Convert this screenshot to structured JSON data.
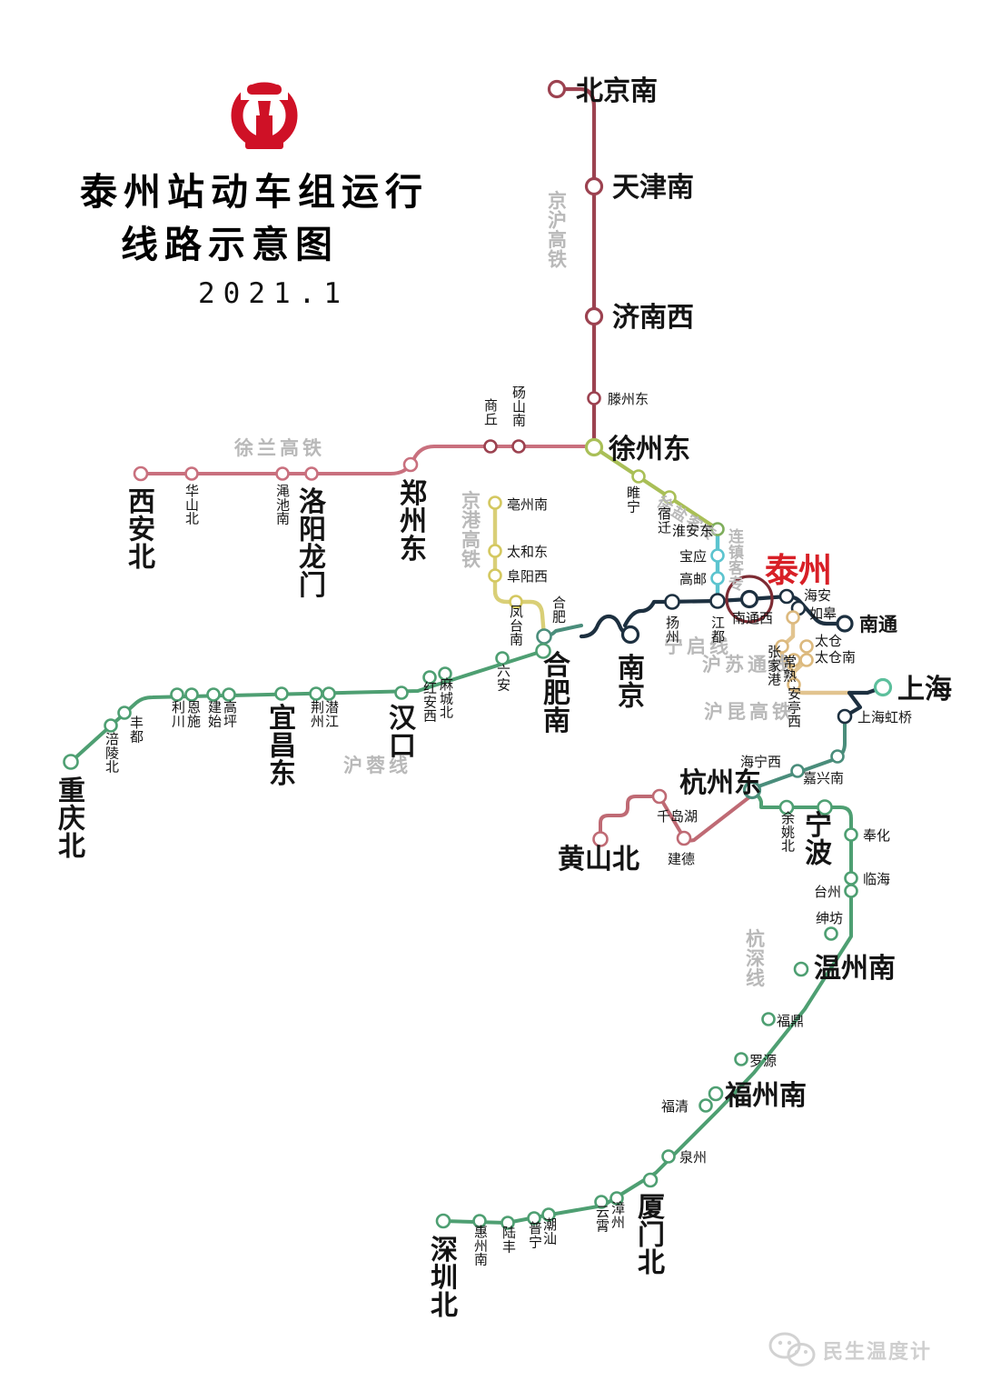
{
  "page": {
    "title_line1": "泰州站动车组运行",
    "title_line2": "线路示意图",
    "year": "2021.1",
    "logo_name": "china-railway-logo",
    "watermark": "民生温度计",
    "background": "#ffffff"
  },
  "colors": {
    "jinghu": "#9c4250",
    "xulan": "#c9707e",
    "jinggang": "#d9cf77",
    "xuyan": "#a9bf57",
    "lianzhen": "#5cc4cf",
    "ningqi": "#1d3040",
    "husutong": "#e2c48f",
    "hurong": "#4e9f72",
    "hangshen": "#4e9f72",
    "hukun": "#4a8d7b",
    "huangshan": "#bf6a74",
    "taizhou_red": "#d81f26",
    "taizhou_ring": "#7d2b33",
    "label": "#141414",
    "linename": "#b9b9b9",
    "watermark": "#cfcfcf"
  },
  "lines": [
    {
      "id": "jinghu",
      "name": "京沪高铁",
      "color": "#9c4250",
      "label_pos": "vertical"
    },
    {
      "id": "xulan",
      "name": "徐兰高铁",
      "color": "#c9707e",
      "label_pos": "horizontal"
    },
    {
      "id": "jinggang",
      "name": "京港高铁",
      "color": "#d9cf77",
      "label_pos": "vertical"
    },
    {
      "id": "xuyan",
      "name": "徐盐客专",
      "color": "#a9bf57",
      "label_pos": "diagonal"
    },
    {
      "id": "lianzhen",
      "name": "连镇客专",
      "color": "#5cc4cf",
      "label_pos": "vertical"
    },
    {
      "id": "ningqi",
      "name": "宁启线",
      "color": "#1d3040",
      "label_pos": "horizontal"
    },
    {
      "id": "husutong",
      "name": "沪苏通线",
      "color": "#e2c48f",
      "label_pos": "horizontal"
    },
    {
      "id": "hurong",
      "name": "沪蓉线",
      "color": "#4e9f72",
      "label_pos": "horizontal"
    },
    {
      "id": "hukun",
      "name": "沪昆高铁",
      "color": "#4a8d7b",
      "label_pos": "horizontal"
    },
    {
      "id": "hangshen",
      "name": "杭深线",
      "color": "#4e9f72",
      "label_pos": "vertical"
    }
  ],
  "stations": {
    "jinghu": [
      {
        "name": "北京南",
        "size": "major"
      },
      {
        "name": "天津南",
        "size": "major"
      },
      {
        "name": "济南西",
        "size": "major"
      },
      {
        "name": "滕州东",
        "size": "minor"
      },
      {
        "name": "徐州东",
        "size": "major"
      }
    ],
    "xulan": [
      {
        "name": "西安北",
        "size": "major"
      },
      {
        "name": "华山北",
        "size": "minor"
      },
      {
        "name": "渑池南",
        "size": "minor"
      },
      {
        "name": "洛阳龙门",
        "size": "major"
      },
      {
        "name": "郑州东",
        "size": "major"
      },
      {
        "name": "商丘",
        "size": "minor"
      },
      {
        "name": "砀山南",
        "size": "minor"
      }
    ],
    "jinggang": [
      {
        "name": "亳州南",
        "size": "minor"
      },
      {
        "name": "太和东",
        "size": "minor"
      },
      {
        "name": "阜阳西",
        "size": "minor"
      },
      {
        "name": "凤台南",
        "size": "minor"
      }
    ],
    "xuyan": [
      {
        "name": "睢宁",
        "size": "minor"
      },
      {
        "name": "宿迁",
        "size": "minor"
      },
      {
        "name": "淮安东",
        "size": "minor"
      }
    ],
    "lianzhen": [
      {
        "name": "宝应",
        "size": "minor"
      },
      {
        "name": "高邮",
        "size": "minor"
      }
    ],
    "ningqi": [
      {
        "name": "南京",
        "size": "major"
      },
      {
        "name": "扬州",
        "size": "minor"
      },
      {
        "name": "江都",
        "size": "minor"
      },
      {
        "name": "泰州",
        "size": "taizhou"
      },
      {
        "name": "海安",
        "size": "minor"
      },
      {
        "name": "如皋",
        "size": "minor"
      },
      {
        "name": "南通",
        "size": "mid"
      }
    ],
    "husutong": [
      {
        "name": "南通西",
        "size": "minor"
      },
      {
        "name": "张家港",
        "size": "minor"
      },
      {
        "name": "常熟",
        "size": "minor"
      },
      {
        "name": "太仓",
        "size": "minor"
      },
      {
        "name": "太仓南",
        "size": "minor"
      },
      {
        "name": "安亭西",
        "size": "minor"
      },
      {
        "name": "上海",
        "size": "major"
      },
      {
        "name": "上海虹桥",
        "size": "minor"
      }
    ],
    "hurong": [
      {
        "name": "重庆北",
        "size": "major"
      },
      {
        "name": "涪陵北",
        "size": "minor"
      },
      {
        "name": "丰都",
        "size": "minor"
      },
      {
        "name": "利川",
        "size": "minor"
      },
      {
        "name": "恩施",
        "size": "minor"
      },
      {
        "name": "建始",
        "size": "minor"
      },
      {
        "name": "高坪",
        "size": "minor"
      },
      {
        "name": "宜昌东",
        "size": "major"
      },
      {
        "name": "荆州",
        "size": "minor"
      },
      {
        "name": "潜江",
        "size": "minor"
      },
      {
        "name": "汉口",
        "size": "major"
      },
      {
        "name": "红安西",
        "size": "minor"
      },
      {
        "name": "麻城北",
        "size": "minor"
      },
      {
        "name": "六安",
        "size": "minor"
      },
      {
        "name": "合肥",
        "size": "minor"
      },
      {
        "name": "合肥南",
        "size": "major"
      }
    ],
    "hukun": [
      {
        "name": "海宁西",
        "size": "minor"
      },
      {
        "name": "嘉兴南",
        "size": "minor"
      },
      {
        "name": "杭州东",
        "size": "major"
      }
    ],
    "huangshan": [
      {
        "name": "黄山北",
        "size": "major"
      },
      {
        "name": "建德",
        "size": "minor"
      },
      {
        "name": "千岛湖",
        "size": "minor"
      }
    ],
    "hangshen": [
      {
        "name": "余姚北",
        "size": "minor"
      },
      {
        "name": "宁波",
        "size": "major"
      },
      {
        "name": "奉化",
        "size": "minor"
      },
      {
        "name": "临海",
        "size": "minor"
      },
      {
        "name": "台州",
        "size": "minor"
      },
      {
        "name": "绅坊",
        "size": "minor"
      },
      {
        "name": "温州南",
        "size": "major"
      },
      {
        "name": "福鼎",
        "size": "minor"
      },
      {
        "name": "罗源",
        "size": "minor"
      },
      {
        "name": "福州南",
        "size": "major"
      },
      {
        "name": "福清",
        "size": "minor"
      },
      {
        "name": "泉州",
        "size": "minor"
      },
      {
        "name": "厦门北",
        "size": "major"
      },
      {
        "name": "漳州",
        "size": "minor"
      },
      {
        "name": "云霄",
        "size": "minor"
      },
      {
        "name": "潮汕",
        "size": "minor"
      },
      {
        "name": "普宁",
        "size": "minor"
      },
      {
        "name": "陆丰",
        "size": "minor"
      },
      {
        "name": "惠州南",
        "size": "minor"
      },
      {
        "name": "深圳北",
        "size": "major"
      }
    ]
  },
  "labels": {
    "beijingnan": "北京南",
    "tianjinnan": "天津南",
    "jinanxi": "济南西",
    "tengzhoudong": "滕州东",
    "xuzhoudong": "徐州东",
    "shangqiu": "商丘",
    "dangshannan": "砀山南",
    "zhengzhoudong": "郑州东",
    "luoyanglongmen": "洛阳龙门",
    "mianchinan": "渑池南",
    "huashanbei": "华山北",
    "xianbei": "西安北",
    "bozhounan": "亳州南",
    "taihedong": "太和东",
    "fuyangxi": "阜阳西",
    "fengtainan": "凤台南",
    "suining": "睢宁",
    "suqian": "宿迁",
    "huaiandong": "淮安东",
    "baoying": "宝应",
    "gaoyou": "高邮",
    "nanjing": "南京",
    "yangzhou": "扬州",
    "jiangdu": "江都",
    "taizhou": "泰州",
    "haian": "海安",
    "rugao": "如皋",
    "nantong": "南通",
    "nantongxi": "南通西",
    "zhangjiagang": "张家港",
    "changshu": "常熟",
    "taicang": "太仓",
    "taicangnan": "太仓南",
    "antingxi": "安亭西",
    "shanghai": "上海",
    "shanghaihongqiao": "上海虹桥",
    "chongqingbei": "重庆北",
    "fulingbei": "涪陵北",
    "fengdu": "丰都",
    "lichuan": "利川",
    "enshi": "恩施",
    "jianshi": "建始",
    "gaoping": "高坪",
    "yichangdong": "宜昌东",
    "jingzhou": "荆州",
    "qianjiang": "潜江",
    "hankou": "汉口",
    "honganxi": "红安西",
    "machengbei": "麻城北",
    "luan": "六安",
    "hefei": "合肥",
    "hefeinan": "合肥南",
    "haixingxi": "海宁西",
    "jiaxingnan": "嘉兴南",
    "hangzhoudong": "杭州东",
    "huangshanbei": "黄山北",
    "jiande": "建德",
    "qiandaohu": "千岛湖",
    "yuyaobei": "余姚北",
    "ningbo": "宁波",
    "fenghua": "奉化",
    "linhai": "临海",
    "taizhou_zj": "台州",
    "shenfang": "绅坊",
    "wenzhounan": "温州南",
    "fuding": "福鼎",
    "luoyuan": "罗源",
    "fuzhounan": "福州南",
    "fuqing": "福清",
    "quanzhou": "泉州",
    "xiamenbei": "厦门北",
    "zhangzhou": "漳州",
    "yunxiao": "云霄",
    "chaoshan": "潮汕",
    "puning": "普宁",
    "lufeng": "陆丰",
    "huizhounan": "惠州南",
    "shenzhenbei": "深圳北"
  },
  "line_labels": {
    "jinghu": "京沪高铁",
    "xulan": "徐兰高铁",
    "jinggang": "京港高铁",
    "xuyan": "徐盐客专",
    "lianzhen": "连镇客专",
    "ningqi": "宁启线",
    "husutong": "沪苏通线",
    "hurong": "沪蓉线",
    "hukun": "沪昆高铁",
    "hangshen": "杭深线"
  }
}
